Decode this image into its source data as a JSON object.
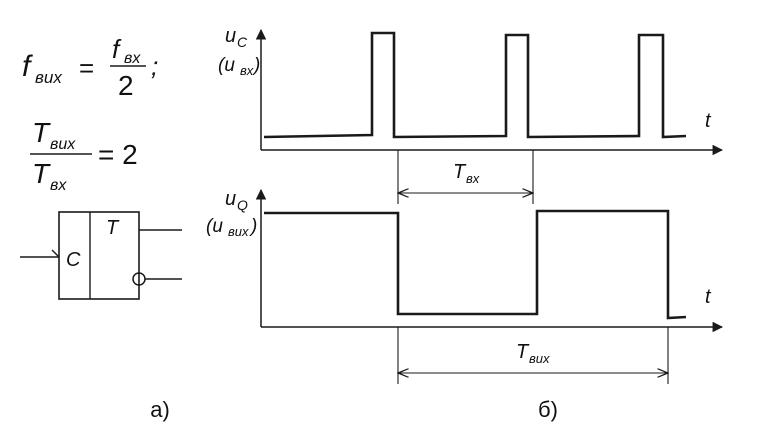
{
  "formulas": {
    "f1_lhs_main": "f",
    "f1_lhs_sub": "вих",
    "f1_eq": "=",
    "f1_num_main": "f",
    "f1_num_sub": "вх",
    "f1_den": "2",
    "f1_tail": ";",
    "f2_num_main": "T",
    "f2_num_sub": "вих",
    "f2_den_main": "T",
    "f2_den_sub": "вх",
    "f2_rhs": "= 2"
  },
  "trigger": {
    "c_label": "C",
    "t_label": "T"
  },
  "graph_top": {
    "y_label_main": "u",
    "y_label_sub": "C",
    "y_label2_open": "(u",
    "y_label2_sub": "вх",
    "y_label2_close": ")",
    "t_axis_label": "t",
    "period_main": "T",
    "period_sub": "вх"
  },
  "graph_bottom": {
    "y_label_main": "u",
    "y_label_sub": "Q",
    "y_label2_open": "(u",
    "y_label2_sub": "вих",
    "y_label2_close": ")",
    "t_axis_label": "t",
    "period_main": "T",
    "period_sub": "вих"
  },
  "captions": {
    "left": "а)",
    "right": "б)"
  },
  "colors": {
    "ink": "#1a1a1a",
    "background": "#ffffff"
  }
}
